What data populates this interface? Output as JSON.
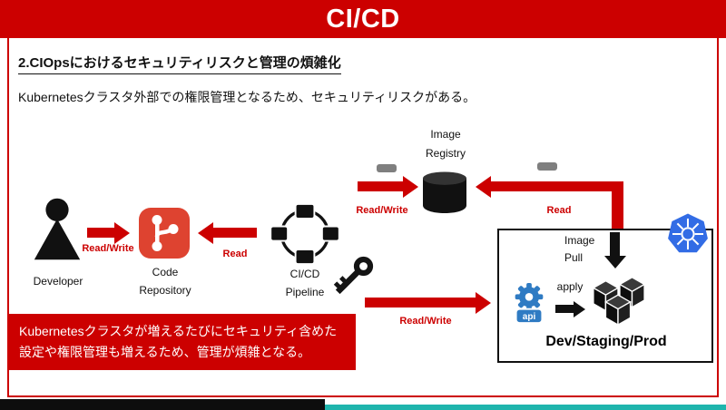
{
  "banner": {
    "title": "CI/CD"
  },
  "slide": {
    "heading": "2.CIOpsにおけるセキュリティリスクと管理の煩雑化",
    "subtitle": "Kubernetesクラスタ外部での権限管理となるため、セキュリティリスクがある。"
  },
  "diagram": {
    "developer": {
      "label": "Developer"
    },
    "code_repository": {
      "line1": "Code",
      "line2": "Repository"
    },
    "pipeline": {
      "line1": "CI/CD",
      "line2": "Pipeline"
    },
    "image_registry": {
      "line1": "Image",
      "line2": "Registry"
    },
    "image_pull": {
      "line1": "Image",
      "line2": "Pull"
    },
    "apply_label": "apply",
    "cluster": {
      "label": "Dev/Staging/Prod",
      "api_label": "api"
    },
    "arrow_labels": {
      "dev_to_repo": "Read/Write",
      "repo_to_pipeline": "Read",
      "pipeline_to_registry": "Read/Write",
      "cluster_to_registry": "Read",
      "pipeline_to_cluster": "Read/Write"
    }
  },
  "callout": {
    "text": "Kubernetesクラスタが増えるたびにセキュリティ含めた設定や権限管理も増えるため、管理が煩雑となる。"
  },
  "icons": {
    "developer": "person-silhouette",
    "code_repository": "git-logo",
    "pipeline": "pipeline-circle-nodes",
    "credentials": "key",
    "image_registry": "database-cylinder",
    "kubernetes": "kubernetes-wheel",
    "api": "gear-api",
    "workloads": "cubes"
  },
  "colors": {
    "red": "#cc0000",
    "git_red": "#de4330",
    "k8s_blue": "#326ce5",
    "api_blue": "#2f7bc3",
    "teal": "#1fb5ad",
    "black": "#111111",
    "gray": "#7f7f7f"
  }
}
